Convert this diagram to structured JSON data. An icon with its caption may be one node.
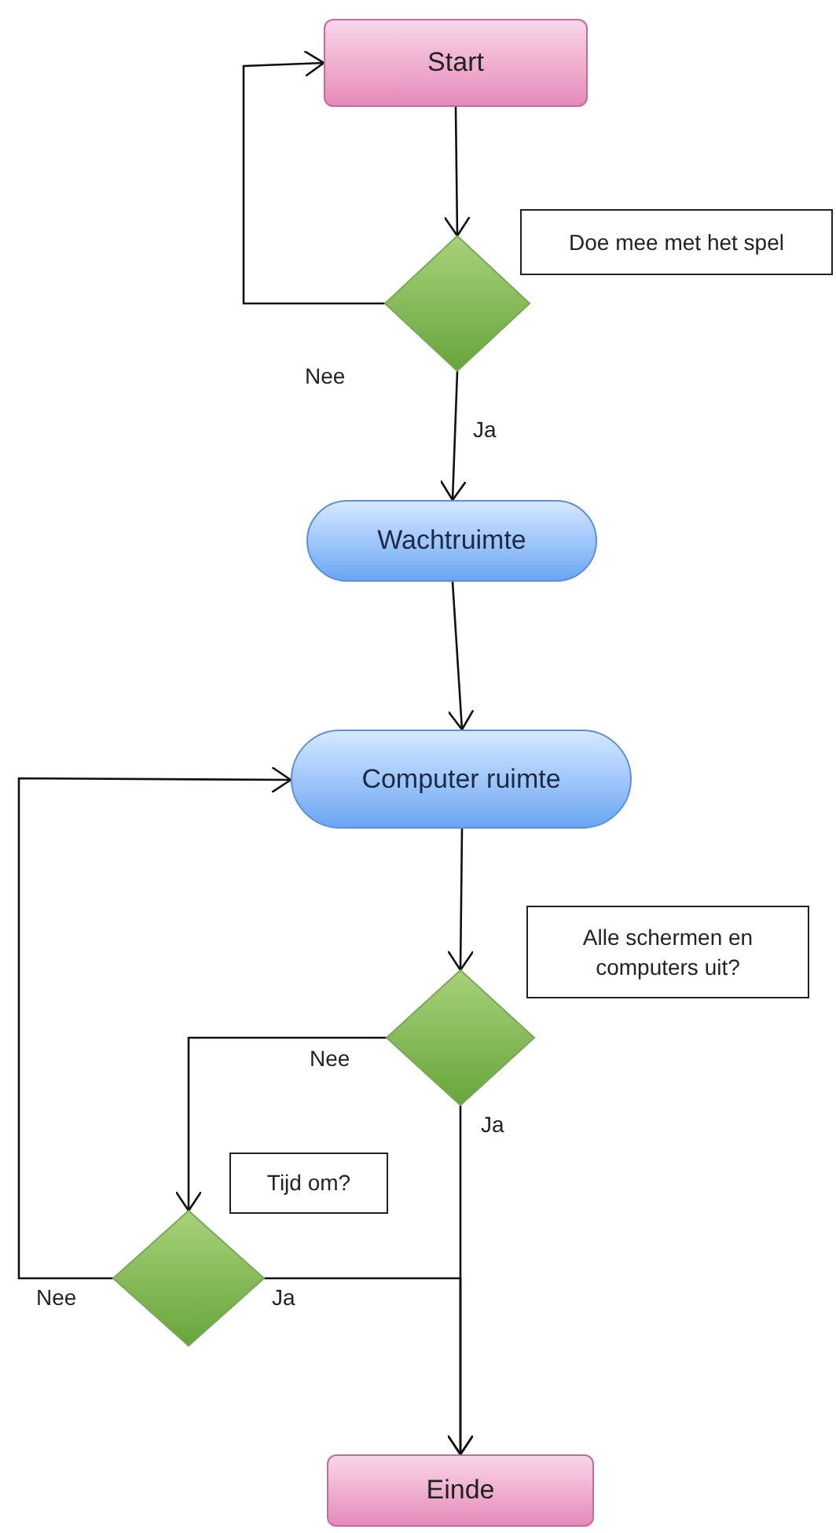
{
  "diagram": {
    "nodes": [
      {
        "text": [
          "Start"
        ]
      },
      {
        "text": [],
        "shape": "diamond"
      },
      {
        "text": [
          "Doe mee met het spel"
        ]
      },
      {
        "text": [
          "Wachtruimte"
        ]
      },
      {
        "text": [
          "Computer ruimte"
        ]
      },
      {
        "text": [],
        "shape": "diamond"
      },
      {
        "text": [
          "Alle schermen en computers uit?"
        ]
      },
      {
        "text": [],
        "shape": "diamond"
      },
      {
        "text": [
          "Tijd om?"
        ]
      },
      {
        "text": [
          "Einde"
        ]
      }
    ],
    "edges": [
      {
        "from": 0,
        "to": 1,
        "arrow": "to"
      },
      {
        "from": 1,
        "to": 0,
        "arrow": "to",
        "label": "Nee"
      },
      {
        "from": 1,
        "to": 3,
        "arrow": "to",
        "label": "Ja"
      },
      {
        "from": 3,
        "to": 4,
        "arrow": "to"
      },
      {
        "from": 4,
        "to": 5,
        "arrow": "to"
      },
      {
        "from": 5,
        "to": 7,
        "arrow": "to",
        "label": "Nee"
      },
      {
        "from": 5,
        "to": 9,
        "arrow": "to",
        "label": "Ja"
      },
      {
        "from": 7,
        "to": 4,
        "arrow": "to",
        "label": "Nee"
      },
      {
        "from": 7,
        "to": 9,
        "arrow": "to",
        "label": "Ja"
      }
    ]
  }
}
